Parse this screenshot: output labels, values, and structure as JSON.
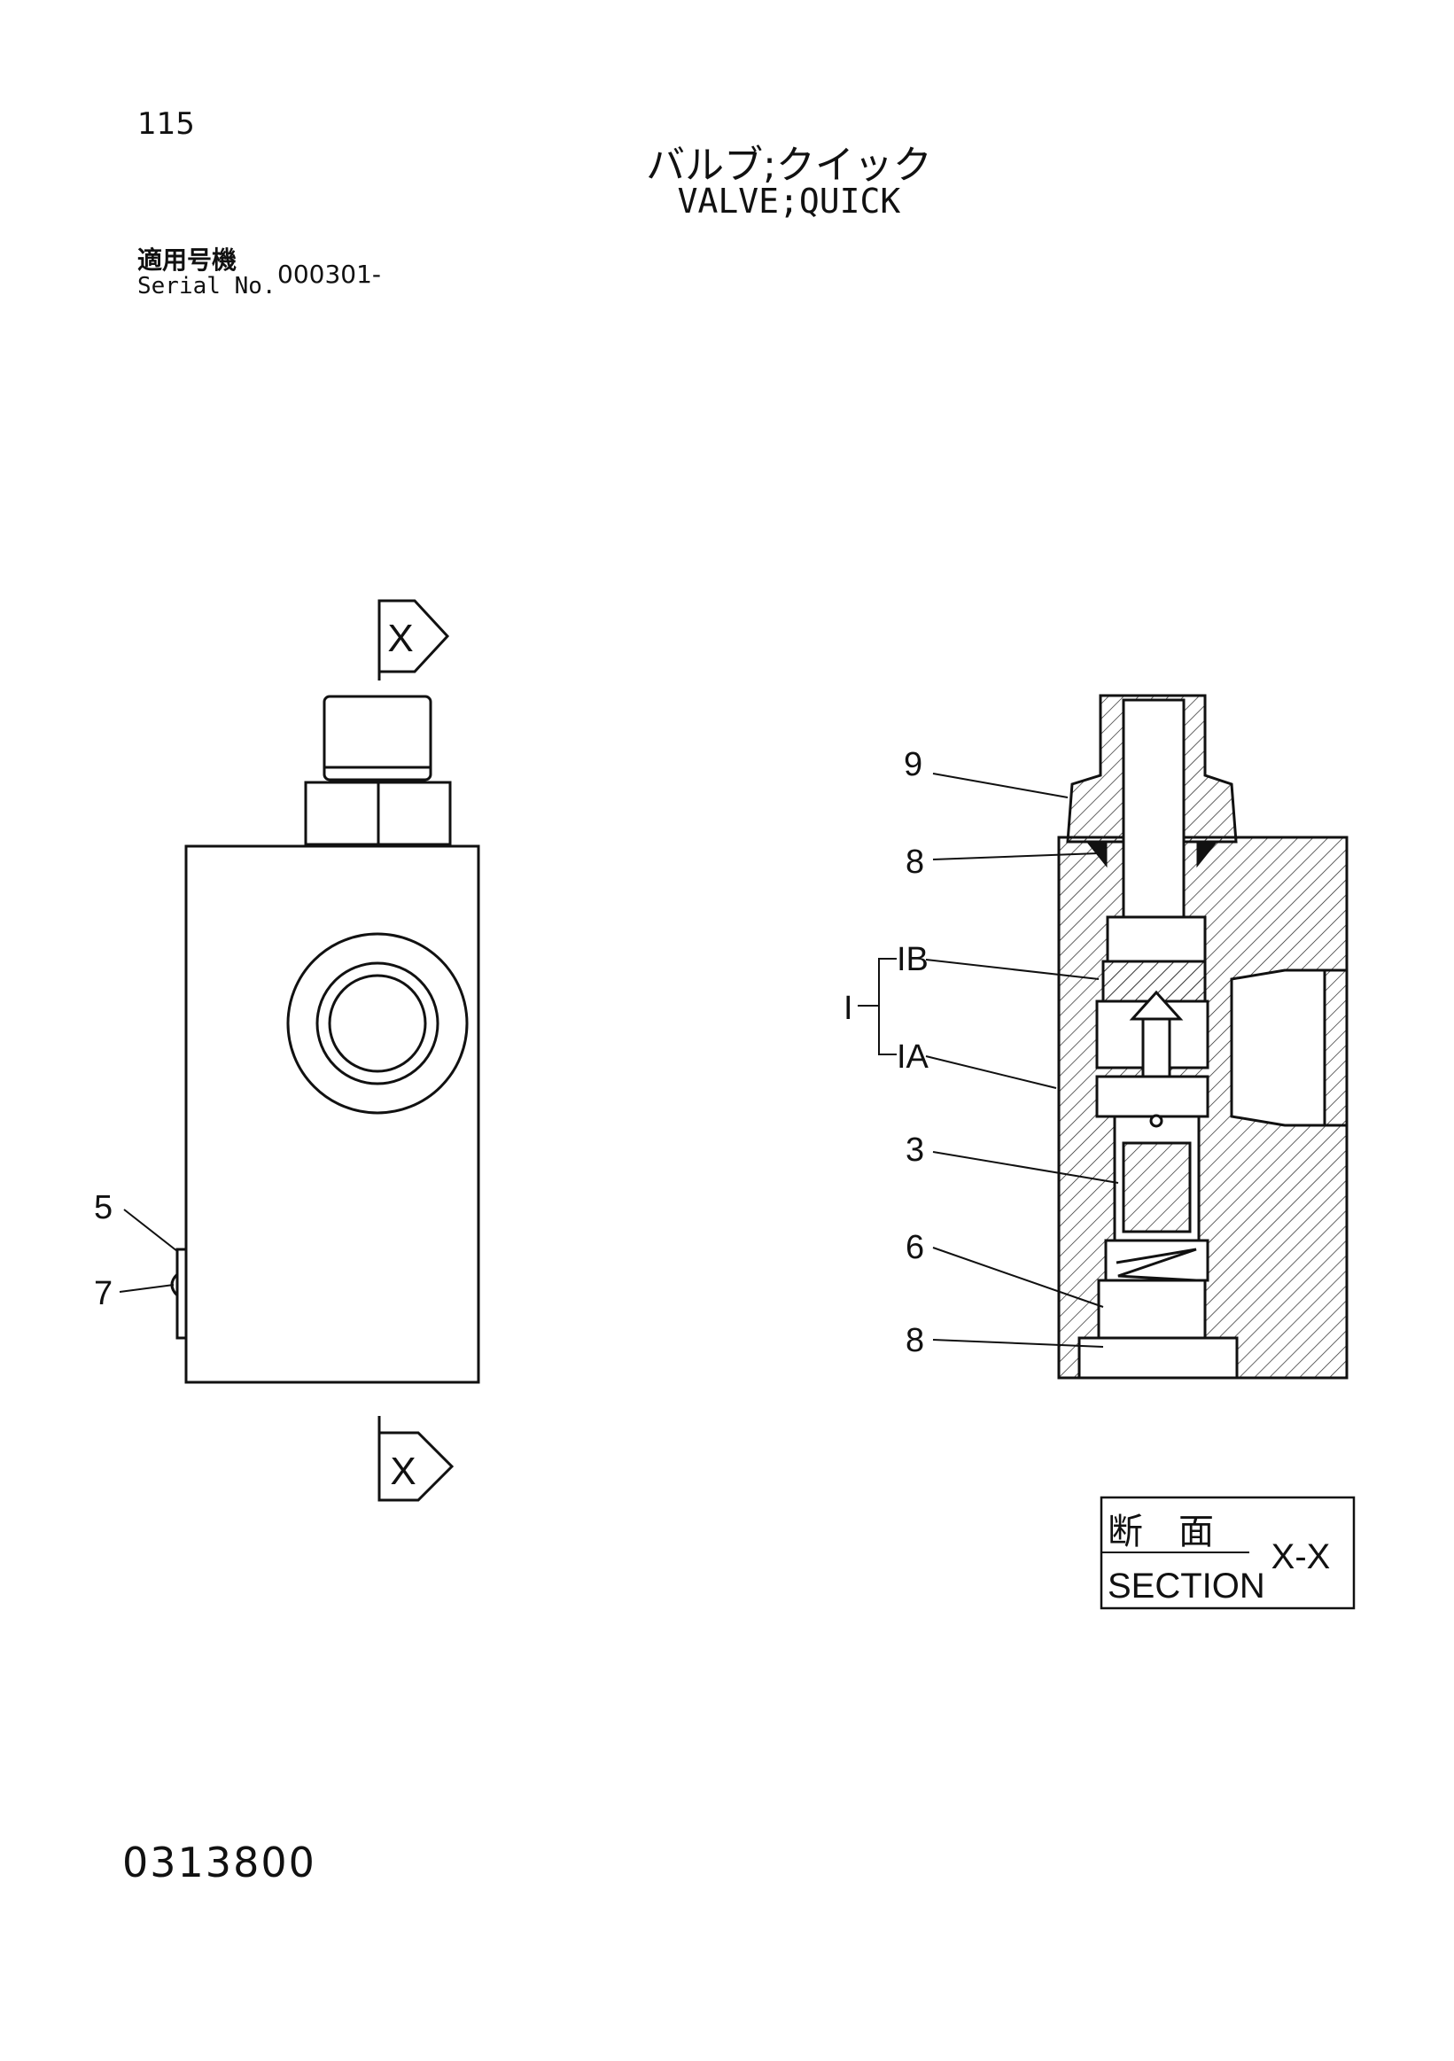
{
  "header": {
    "page_number": "115",
    "title_jp": "バルブ;クイック",
    "title_en": "VALVE;QUICK"
  },
  "serial": {
    "label_jp": "適用号機",
    "label_en": "Serial No.",
    "value": "000301-"
  },
  "view_markers": {
    "top": "X",
    "bottom": "X"
  },
  "callouts": {
    "left_view": [
      "5",
      "7"
    ],
    "section_view": [
      "9",
      "8",
      "IB",
      "I",
      "IA",
      "3",
      "6",
      "8"
    ]
  },
  "section_label": {
    "jp": "断　面",
    "en": "SECTION",
    "id": "X-X"
  },
  "footer": {
    "document_number": "0313800"
  }
}
